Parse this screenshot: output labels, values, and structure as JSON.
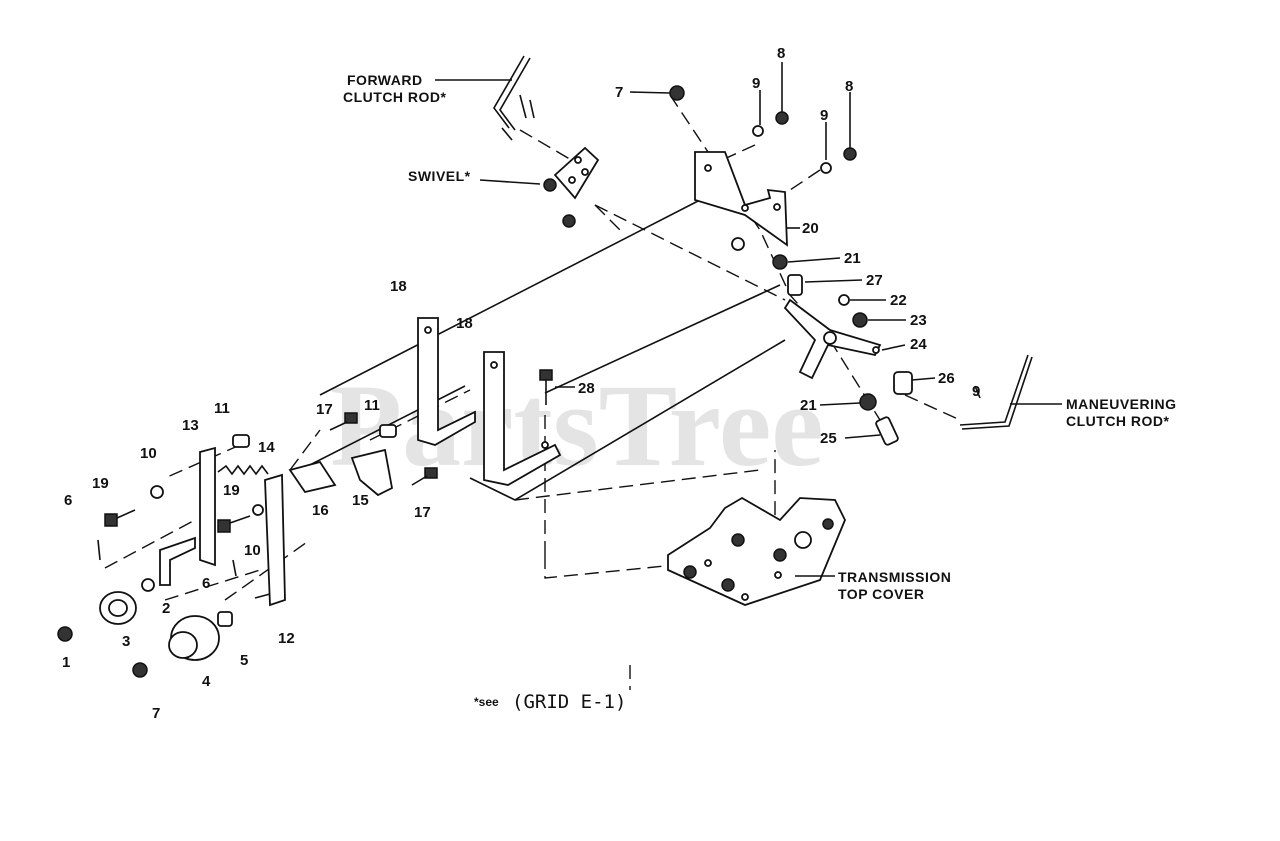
{
  "diagram": {
    "watermark": "PartsTree",
    "part_numbers": {
      "p1": "1",
      "p2": "2",
      "p3": "3",
      "p4": "4",
      "p5": "5",
      "p6a": "6",
      "p6b": "6",
      "p7a": "7",
      "p7b": "7",
      "p8a": "8",
      "p8b": "8",
      "p9a": "9",
      "p9b": "9",
      "p9c": "9",
      "p10a": "10",
      "p10b": "10",
      "p11a": "11",
      "p11b": "11",
      "p12": "12",
      "p13": "13",
      "p14": "14",
      "p15": "15",
      "p16": "16",
      "p17a": "17",
      "p17b": "17",
      "p18a": "18",
      "p18b": "18",
      "p19a": "19",
      "p19b": "19",
      "p20": "20",
      "p21a": "21",
      "p21b": "21",
      "p22": "22",
      "p23": "23",
      "p24": "24",
      "p25": "25",
      "p26": "26",
      "p27": "27",
      "p28": "28"
    },
    "callouts": {
      "forward_clutch_rod": [
        "FORWARD",
        "CLUTCH ROD*"
      ],
      "swivel": "SWIVEL*",
      "maneuvering_clutch_rod": [
        "MANEUVERING",
        "CLUTCH ROD*"
      ],
      "transmission_top_cover": [
        "TRANSMISSION",
        "TOP COVER"
      ]
    },
    "note": {
      "prefix": "*see",
      "text": "(GRID E-1)"
    }
  }
}
